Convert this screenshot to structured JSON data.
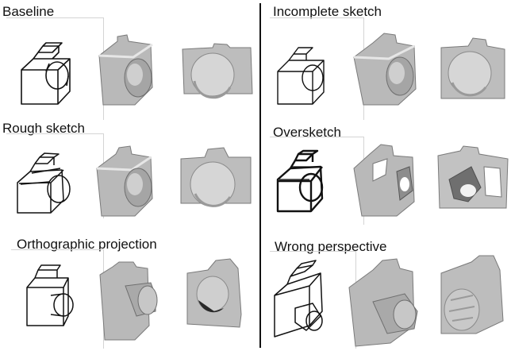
{
  "panels": [
    {
      "label": "Baseline",
      "variant": "baseline"
    },
    {
      "label": "Incomplete sketch",
      "variant": "incomplete"
    },
    {
      "label": "Rough sketch",
      "variant": "rough"
    },
    {
      "label": "Oversketch",
      "variant": "oversketch"
    },
    {
      "label": "Orthographic projection",
      "variant": "orthographic"
    },
    {
      "label": "Wrong perspective",
      "variant": "wrong-perspective"
    }
  ],
  "colors": {
    "text": "#111111",
    "frame": "#d4d4d4",
    "shape": "#b9b9b9",
    "shape_dark": "#7a7a7a",
    "shape_light": "#e6e6e6"
  }
}
